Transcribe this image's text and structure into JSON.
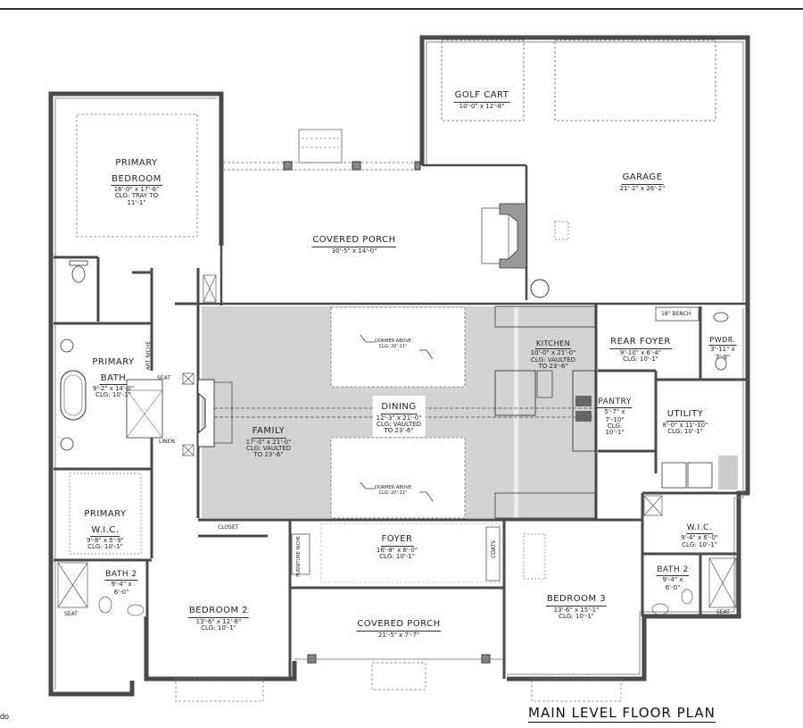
{
  "title": "MAIN LEVEL FLOOR PLAN",
  "corner_text": "do",
  "colors": {
    "wall": "#4a4a4a",
    "great_room_fill": "#d3d3d3",
    "background": "#ffffff",
    "line": "#333333"
  },
  "rooms": {
    "primary_bedroom": {
      "name": "PRIMARY BEDROOM",
      "name_line1": "PRIMARY",
      "name_line2": "BEDROOM",
      "dims": "16'-0\" x 17'-6\"",
      "clg": "CLG: TRAY TO",
      "clg2": "11'-1\""
    },
    "golf_cart": {
      "name": "GOLF CART",
      "dims": "10'-0\" x 12'-8\""
    },
    "garage": {
      "name": "GARAGE",
      "dims": "21'-2\" x 26'-2\""
    },
    "covered_porch_rear": {
      "name": "COVERED PORCH",
      "dims": "30'-5\" x 14'-0\""
    },
    "primary_bath": {
      "name_line1": "PRIMARY",
      "name_line2": "BATH",
      "dims": "9'-2\" x 14'-0\"",
      "clg": "CLG: 10'-1\""
    },
    "family": {
      "name": "FAMILY",
      "dims": "17'-0\" x 21'-0\"",
      "clg": "CLG: VAULTED",
      "clg2": "TO 23'-6\""
    },
    "dining": {
      "name": "DINING",
      "dims": "12'-3\" x 21'-0\"",
      "clg": "CLG: VAULTED",
      "clg2": "TO 23'-6\""
    },
    "kitchen": {
      "name": "KITCHEN",
      "dims": "10'-0\" x 21'-0\"",
      "clg": "CLG: VAULTED",
      "clg2": "TO 23'-6\""
    },
    "rear_foyer": {
      "name": "REAR FOYER",
      "dims": "9'-10\" x 6'-4\"",
      "clg": "CLG: 10'-1\""
    },
    "powder": {
      "name": "PWDR.",
      "dims": "3'-11\" x",
      "dims2": "7'-9\""
    },
    "pantry": {
      "name": "PANTRY",
      "dims": "5'-7\" x",
      "dims2": "7'-10\"",
      "clg": "CLG:",
      "clg2": "10'-1\""
    },
    "utility": {
      "name": "UTILITY",
      "dims": "8'-0\" x 11'-10\"",
      "clg": "CLG: 10'-1\""
    },
    "primary_wic": {
      "name_line1": "PRIMARY",
      "name_line2": "W.I.C.",
      "dims": "9'-8\" x 5'-9\"",
      "clg": "CLG: 10'-1\""
    },
    "bath2_left": {
      "name": "BATH 2",
      "dims": "9'-4\" x",
      "dims2": "6'-0\""
    },
    "bedroom2": {
      "name": "BEDROOM 2",
      "dims": "13'-6\" x 12'-8\"",
      "clg": "CLG: 10'-1\""
    },
    "foyer": {
      "name": "FOYER",
      "dims": "16'-8\" x 6'-0\"",
      "clg": "CLG: 10'-1\""
    },
    "covered_porch_front": {
      "name": "COVERED PORCH",
      "dims": "21'-5\" x 7'-7\""
    },
    "bedroom3": {
      "name": "BEDROOM 3",
      "dims": "13'-6\" x 15'-1\"",
      "clg": "CLG: 10'-1\""
    },
    "wic_right": {
      "name": "W.I.C.",
      "dims": "9'-4\" x 6'-0\"",
      "clg": "CLG: 10'-1\""
    },
    "bath2_right": {
      "name": "BATH 2",
      "dims": "9'-4\" x",
      "dims2": "6'-0\""
    }
  },
  "annotations": {
    "dormer_top": {
      "line1": "DORMER ABOVE",
      "line2": "CLG: 20'-11\""
    },
    "dormer_bottom": {
      "line1": "DORMER ABOVE",
      "line2": "CLG: 20'-11\""
    },
    "bench": "18\" BENCH",
    "art_niche": "ART NICHE",
    "seat_primary": "SEAT",
    "linen": "LINEN",
    "closet": "CLOSET",
    "furniture_niche": "FURNITURE NICHE",
    "coats": "COATS",
    "seat_left": "SEAT",
    "seat_right": "SEAT"
  }
}
